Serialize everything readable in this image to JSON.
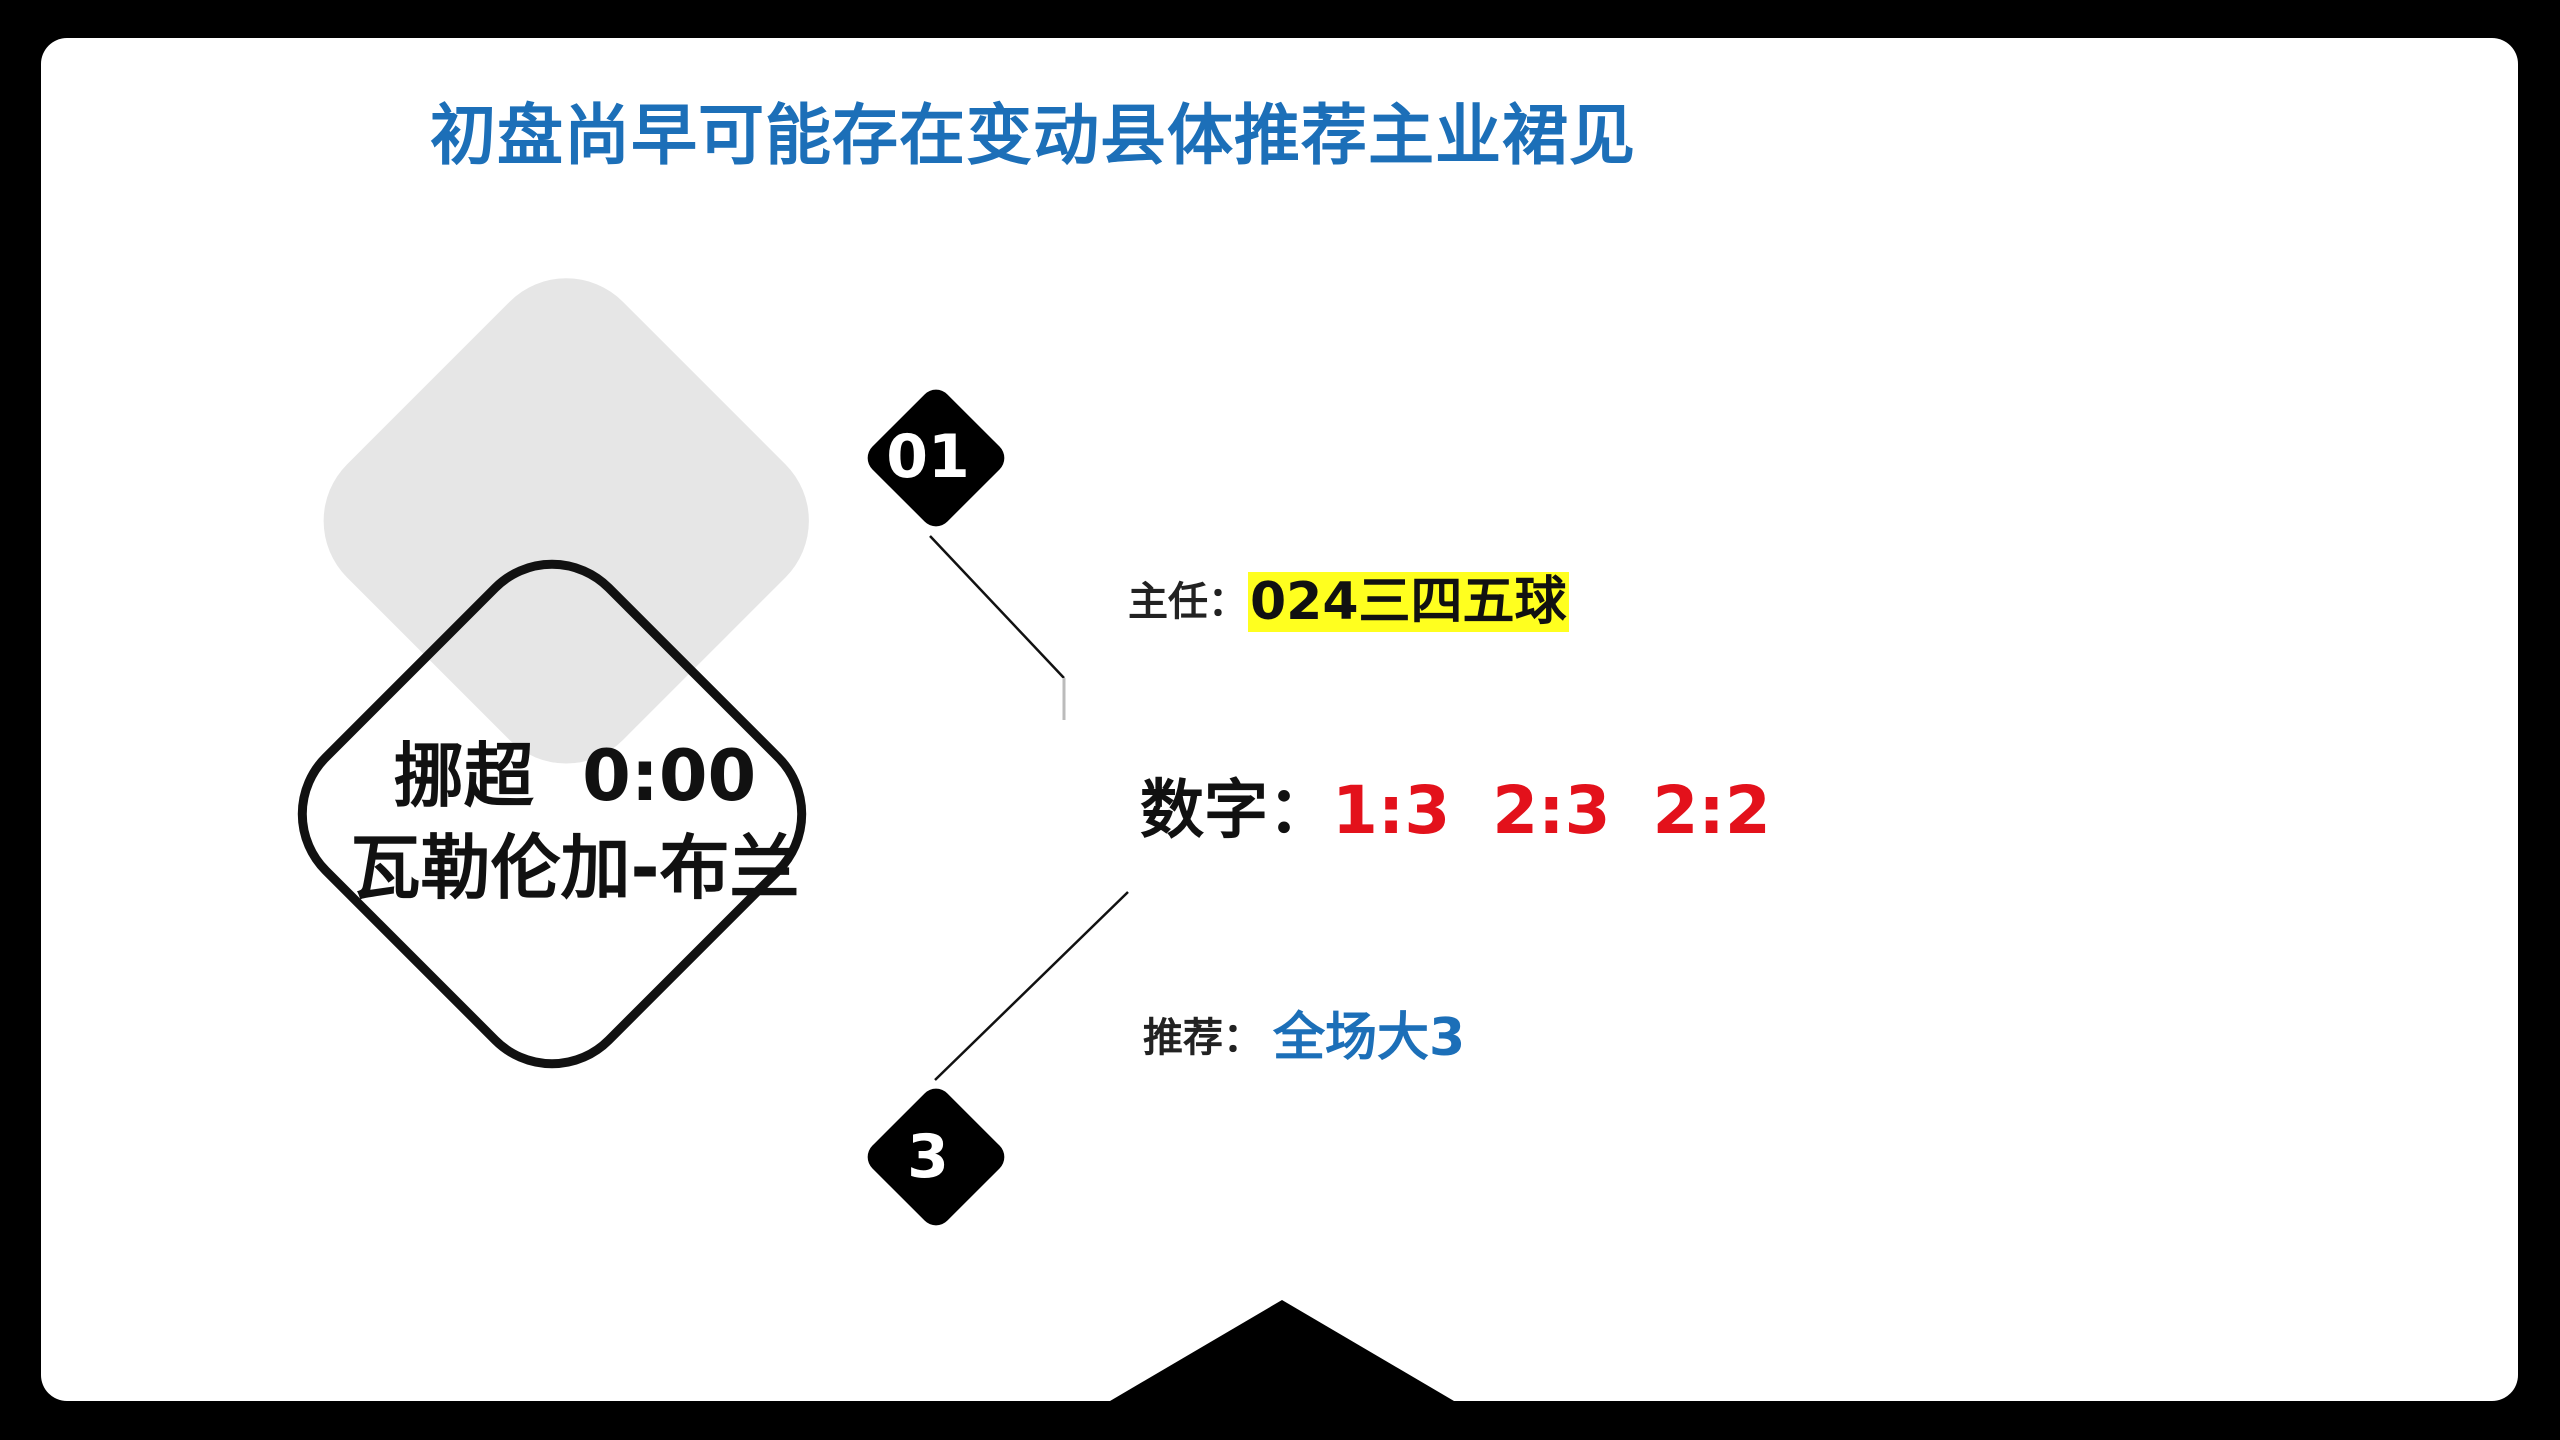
{
  "headline": "初盘尚早可能存在变动县体推荐主业裙见",
  "match": {
    "league_time": "挪超 0:00",
    "teams": "瓦勒伦加-布兰"
  },
  "badges": {
    "top": "01",
    "bottom": "3"
  },
  "rows": {
    "primary": {
      "label": "主任：",
      "value": "024三四五球"
    },
    "scores": {
      "label": "数字：",
      "values": [
        "1:3",
        "2:3",
        "2:2"
      ]
    },
    "recommendation": {
      "label": "推荐：",
      "value": "全场大3"
    }
  },
  "colors": {
    "headline": "#1c6fb8",
    "score": "#e3111b",
    "highlight": "#ffff1f",
    "badge": "#000000",
    "diamond_fill": "#e6e6e6"
  }
}
